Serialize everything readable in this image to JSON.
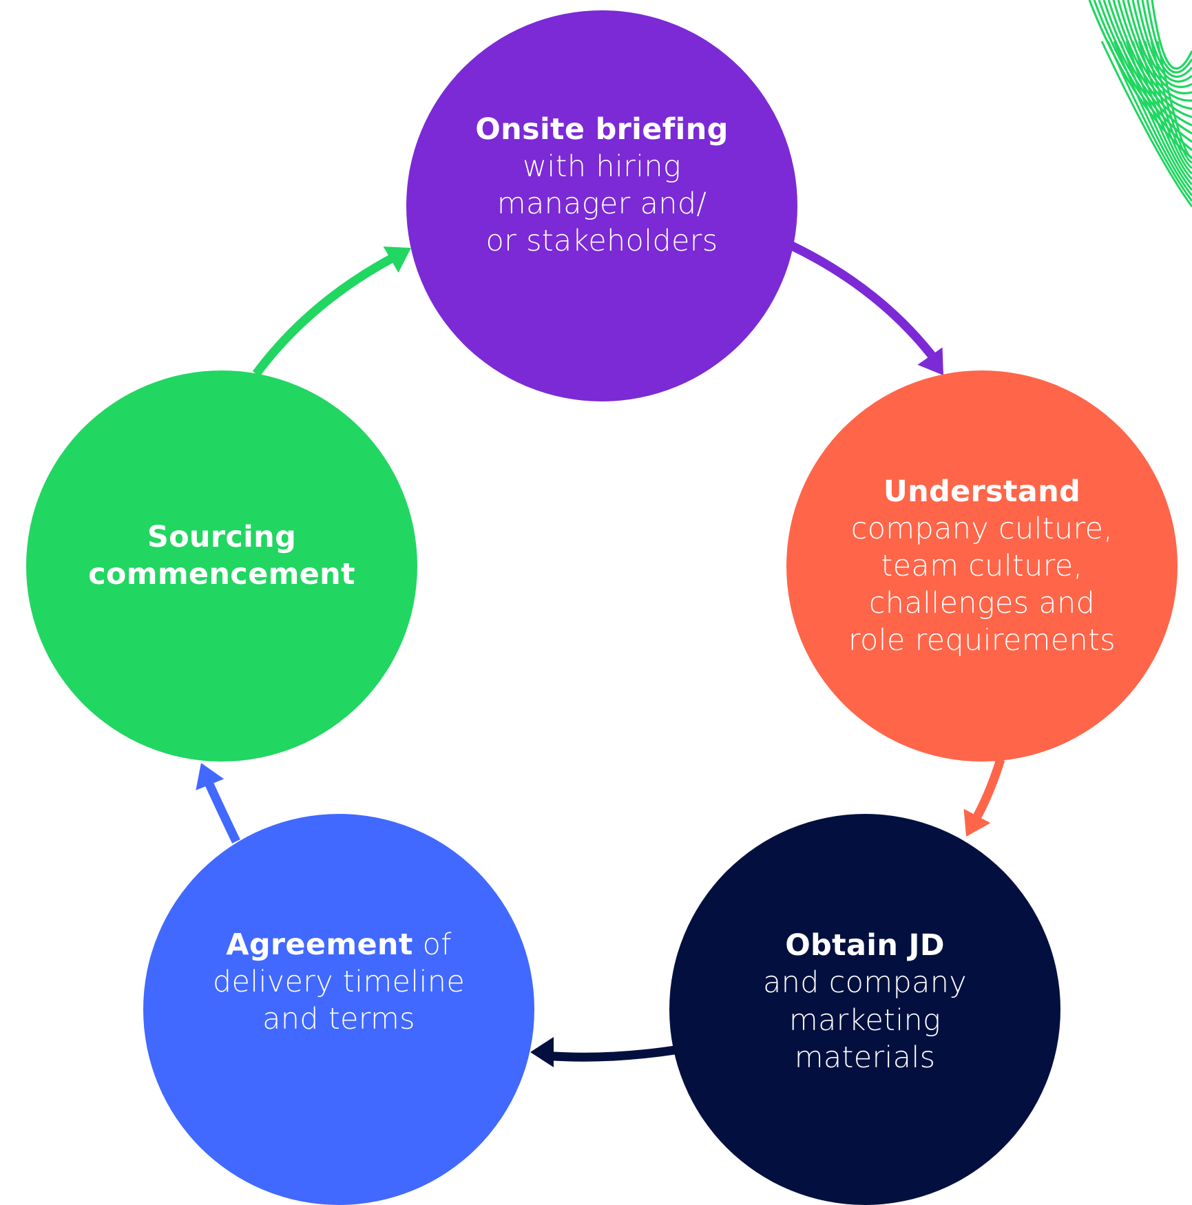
{
  "colors": {
    "purple": "#7b2ad6",
    "orange": "#ff6549",
    "navy": "#03103f",
    "blue": "#4169ff",
    "green": "#21d661",
    "deco_green": "#21d661"
  },
  "stages": [
    {
      "id": "onsite-briefing",
      "color": "purple",
      "bold_lines": [
        "Onsite briefing"
      ],
      "lines": [
        "with hiring",
        "manager and/",
        "or stakeholders"
      ]
    },
    {
      "id": "understand",
      "color": "orange",
      "bold_lines": [
        "Understand"
      ],
      "lines": [
        "company culture,",
        "team culture,",
        "challenges and",
        "role requirements"
      ]
    },
    {
      "id": "obtain-jd",
      "color": "navy",
      "bold_lines": [
        "Obtain JD"
      ],
      "lines": [
        "and company",
        "marketing",
        "materials"
      ]
    },
    {
      "id": "agreement",
      "color": "blue",
      "first_bold": "Agreement",
      "first_rest": " of",
      "lines": [
        "delivery timeline",
        "and terms"
      ]
    },
    {
      "id": "sourcing",
      "color": "green",
      "bold_lines": [
        "Sourcing",
        "commencement"
      ],
      "lines": []
    }
  ],
  "arrows": [
    {
      "from": "onsite-briefing",
      "to": "understand",
      "color": "purple"
    },
    {
      "from": "understand",
      "to": "obtain-jd",
      "color": "orange"
    },
    {
      "from": "obtain-jd",
      "to": "agreement",
      "color": "navy"
    },
    {
      "from": "agreement",
      "to": "sourcing",
      "color": "blue"
    },
    {
      "from": "sourcing",
      "to": "onsite-briefing",
      "color": "green"
    }
  ]
}
